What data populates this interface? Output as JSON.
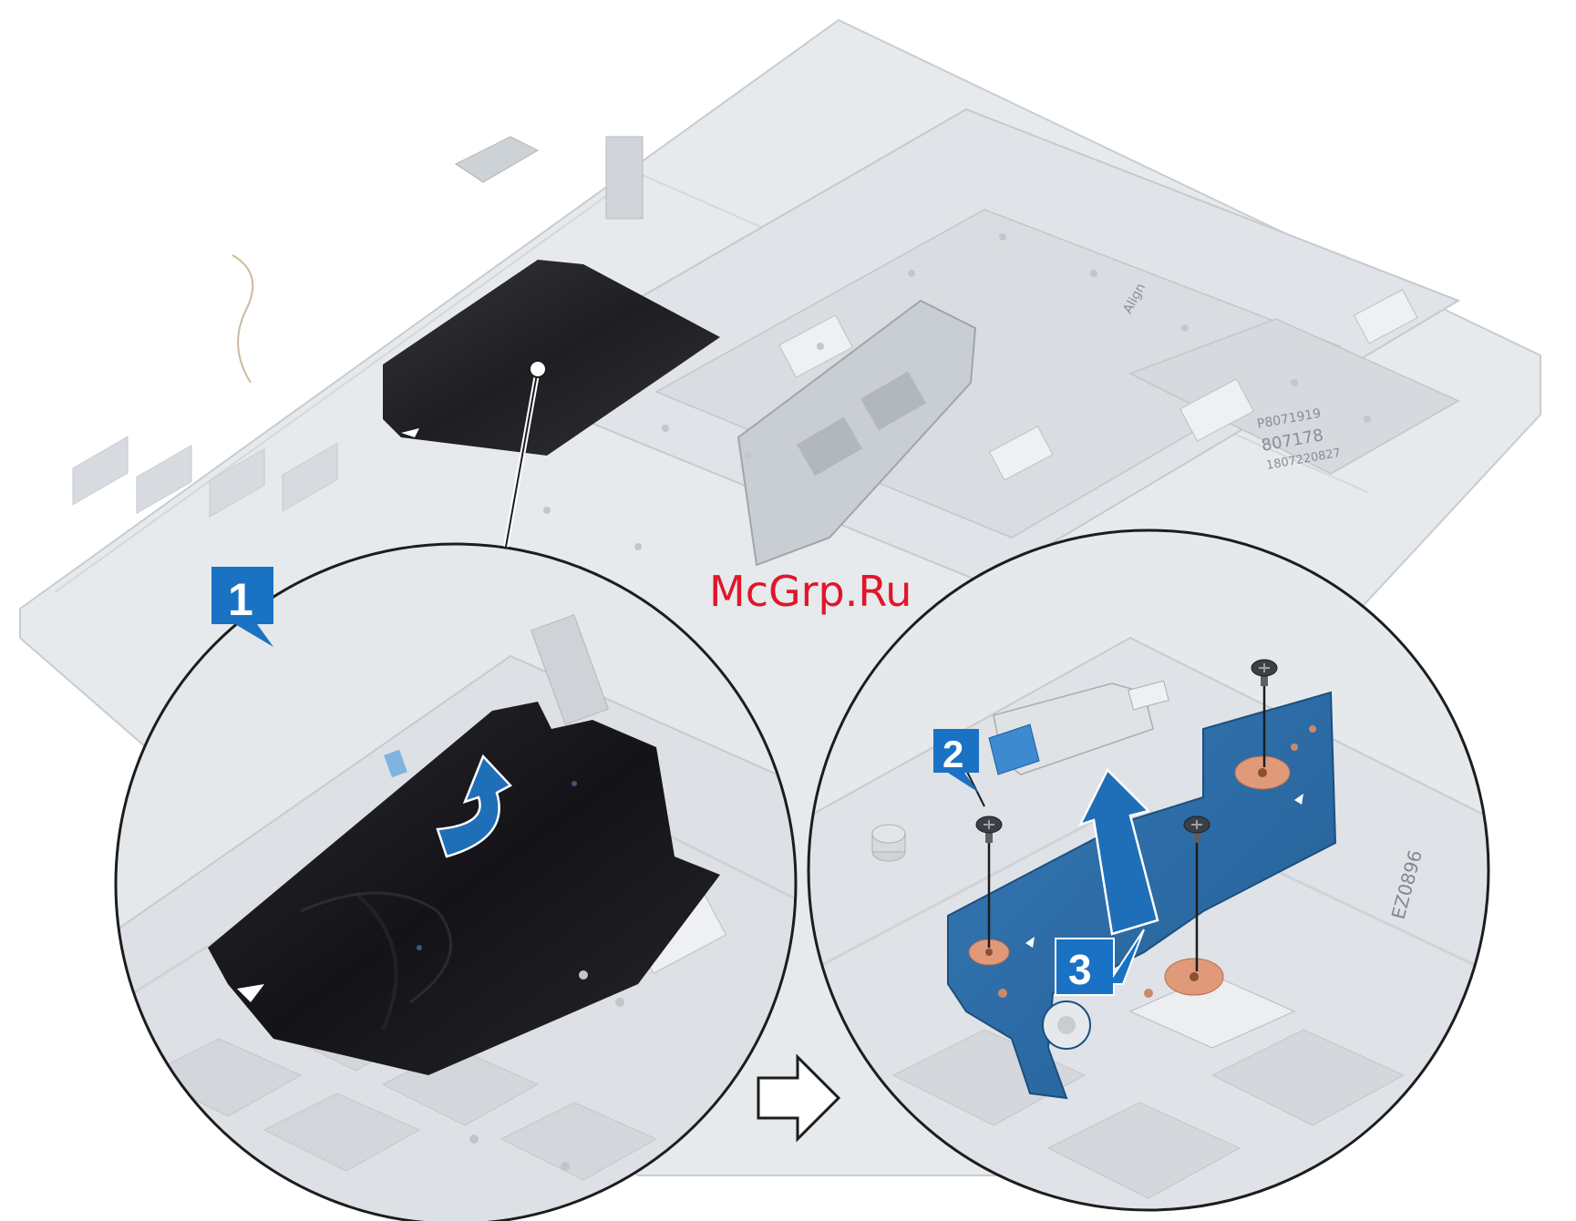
{
  "diagram": {
    "steps": [
      {
        "number": "1",
        "color": "#1a72c4"
      },
      {
        "number": "2",
        "color": "#1a72c4"
      },
      {
        "number": "3",
        "color": "#1a72c4"
      }
    ],
    "watermark": {
      "text": "McGrp.Ru",
      "color": "#e0162b"
    },
    "label_align": "Align",
    "pcb_labels": {
      "main_sticker": "P8071919",
      "main_serial_1": "807178",
      "main_serial_2": "1807220827",
      "board_text": "EZ0896"
    },
    "colors": {
      "tape": "#1b1a20",
      "board": "#2d6da8",
      "copper_pad": "#e09a7a",
      "arrow": "#1f6fb8",
      "chassis": "#e3e6e9"
    },
    "icons": [
      "screw-icon",
      "lift-arrow-icon",
      "curved-peel-arrow-icon",
      "next-step-arrow-icon"
    ]
  }
}
